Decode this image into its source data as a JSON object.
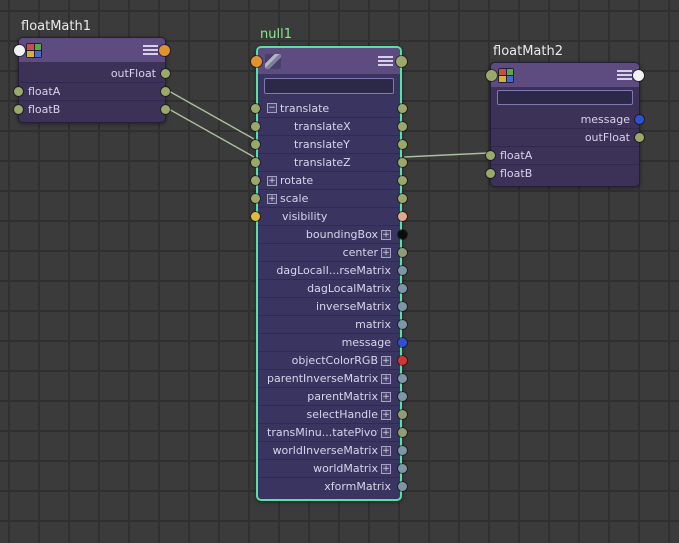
{
  "palette": {
    "background": "#3b3b3b",
    "grid_line": "#303030",
    "node_header": "#5e4b80",
    "node_body": "#3c3157",
    "selected_outline": "#55e2a7",
    "selected_title_color": "#8fe58f",
    "wire": "#aabf9d",
    "plug_green": "#9aa96a",
    "plug_orange": "#e2922f",
    "plug_yellow": "#e0b93f",
    "plug_salmon": "#e2a98c",
    "plug_black": "#0c0c0c",
    "plug_gray": "#7d96a5",
    "plug_olive": "#909d74",
    "plug_blue": "#2f4fd6",
    "plug_red": "#d83232",
    "plug_white": "#f2f2f2"
  },
  "floatMath1": {
    "title": "floatMath1",
    "rows": {
      "outFloat": "outFloat",
      "floatA": "floatA",
      "floatB": "floatB"
    }
  },
  "null1": {
    "title": "null1",
    "name_field_value": "",
    "rows": {
      "translate": "translate",
      "translateX": "translateX",
      "translateY": "translateY",
      "translateZ": "translateZ",
      "rotate": "rotate",
      "scale": "scale",
      "visibility": "visibility",
      "boundingBox": "boundingBox",
      "center": "center",
      "dagLocalInverseMatrix": "dagLocalI...rseMatrix",
      "dagLocalMatrix": "dagLocalMatrix",
      "inverseMatrix": "inverseMatrix",
      "matrix": "matrix",
      "message": "message",
      "objectColorRGB": "objectColorRGB",
      "parentInverseMatrix": "parentInverseMatrix",
      "parentMatrix": "parentMatrix",
      "selectHandle": "selectHandle",
      "transMinusRotatePivot": "transMinu...tatePivot",
      "worldInverseMatrix": "worldInverseMatrix",
      "worldMatrix": "worldMatrix",
      "xformMatrix": "xformMatrix"
    }
  },
  "floatMath2": {
    "title": "floatMath2",
    "name_field_value": "",
    "rows": {
      "message": "message",
      "outFloat": "outFloat",
      "floatA": "floatA",
      "floatB": "floatB"
    }
  },
  "connections": [
    {
      "from_node": "floatMath1",
      "from_row": "floatA",
      "to_node": "null1",
      "to_row": "translateY"
    },
    {
      "from_node": "floatMath1",
      "from_row": "floatB",
      "to_node": "null1",
      "to_row": "translateZ"
    },
    {
      "from_node": "null1",
      "from_row": "translateZ",
      "to_node": "floatMath2",
      "to_row": "floatA"
    }
  ]
}
